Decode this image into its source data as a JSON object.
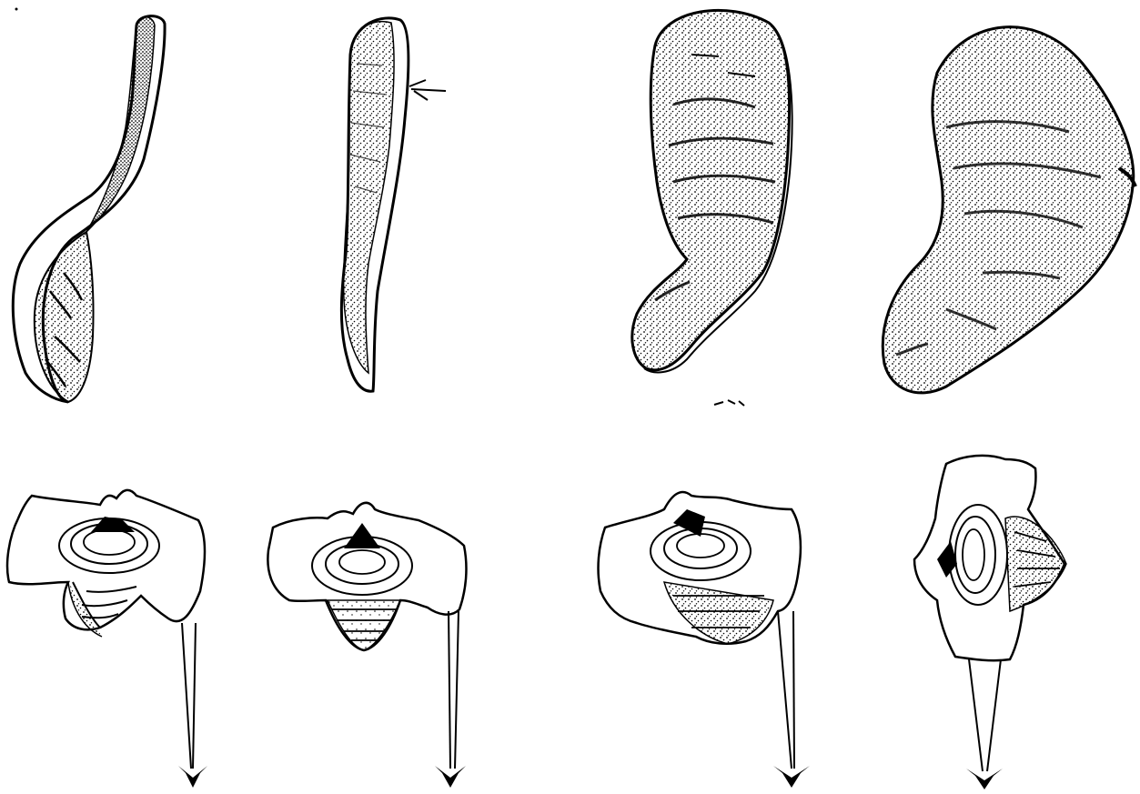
{
  "figure": {
    "ink_color": "#000000",
    "paper_color": "#ffffff",
    "panels_top": [
      {
        "name": "thin-twisted-strip"
      },
      {
        "name": "narrow-strip-side-view"
      },
      {
        "name": "bent-broad-mass"
      },
      {
        "name": "broad-curved-mass"
      }
    ],
    "panels_bottom": [
      {
        "name": "vertebra-view-1"
      },
      {
        "name": "vertebra-view-2"
      },
      {
        "name": "vertebra-view-3"
      },
      {
        "name": "vertebra-view-4-rotated"
      }
    ]
  }
}
